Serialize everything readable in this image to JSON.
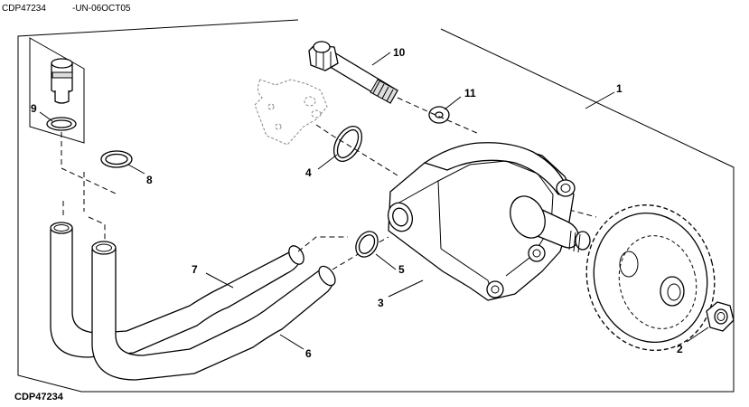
{
  "header": {
    "code": "CDP47234",
    "revision": "-UN-06OCT05"
  },
  "footer": {
    "code": "CDP47234"
  },
  "callouts": {
    "c1": "1",
    "c2": "2",
    "c3": "3",
    "c4": "4",
    "c5": "5",
    "c6": "6",
    "c7": "7",
    "c8": "8",
    "c9": "9",
    "c10": "10",
    "c11": "11"
  }
}
